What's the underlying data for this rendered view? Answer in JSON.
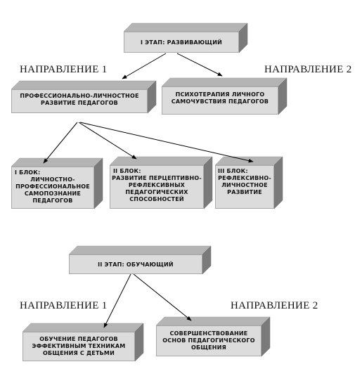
{
  "stage1": {
    "title": "I ЭТАП: РАЗВИВАЮЩИЙ",
    "direction1_label": "НАПРАВЛЕНИЕ 1",
    "direction2_label": "НАПРАВЛЕНИЕ 2",
    "box_dir1": [
      "ПРОФЕССИОНАЛЬНО-ЛИЧНОСТНОЕ",
      "РАЗВИТИЕ   ПЕДАГОГОВ"
    ],
    "box_dir2": [
      "ПСИХОТЕРАПИЯ ЛИЧНОГО",
      "САМОЧУВСТВИЯ ПЕДАГОГОВ"
    ],
    "block1": [
      "I БЛОК:",
      "ЛИЧНОСТНО-",
      "ПРОФЕССИОНАЛЬНОЕ",
      "САМОПОЗНАНИЕ",
      "ПЕДАГОГОВ"
    ],
    "block2": [
      "II БЛОК:",
      "РАЗВИТИЕ ПЕРЦЕПТИВНО-",
      "РЕФЛЕКСИВНЫХ",
      "ПЕДАГОГИЧЕСКИХ",
      "СПОСОБНОСТЕЙ"
    ],
    "block3": [
      "III БЛОК:",
      "РЕФЛЕКСИВНО-",
      "ЛИЧНОСТНОЕ",
      "РАЗВИТИЕ"
    ]
  },
  "stage2": {
    "title": "II ЭТАП: ОБУЧАЮЩИЙ",
    "direction1_label": "НАПРАВЛЕНИЕ 1",
    "direction2_label": "НАПРАВЛЕНИЕ 2",
    "box_dir1": [
      "ОБУЧЕНИЕ ПЕДАГОГОВ",
      "ЭФФЕКТИВНЫМ ТЕХНИКАМ",
      "ОБЩЕНИЯ С ДЕТЬМИ"
    ],
    "box_dir2": [
      "СОВЕРШЕНСТВОВАНИЕ",
      "ОСНОВ ПЕДАГОГИЧЕСКОГО",
      "ОБЩЕНИЯ"
    ]
  },
  "colors": {
    "box_front": "#dcdcdc",
    "box_top": "#b4b4b4",
    "box_side": "#7a7a7a",
    "line": "#000000"
  }
}
